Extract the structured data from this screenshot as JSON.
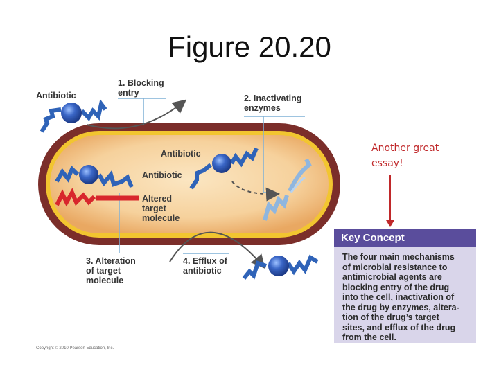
{
  "slide_title": "Figure 20.20",
  "labels": {
    "antibiotic_outside": "Antibiotic",
    "blocking_entry": [
      "1. Blocking",
      "entry"
    ],
    "inactivating_enzymes": [
      "2. Inactivating",
      "enzymes"
    ],
    "antibiotic_inside_top": "Antibiotic",
    "antibiotic_inside_left": "Antibiotic",
    "altered_target": [
      "Altered",
      "target",
      "molecule"
    ],
    "alteration_target": [
      "3. Alteration",
      "of target",
      "molecule"
    ],
    "efflux": [
      "4. Efflux of",
      "antibiotic"
    ]
  },
  "annotation": [
    "Another great",
    "essay!"
  ],
  "key_concept": {
    "heading": "Key Concept",
    "body_lines": [
      "The four main mechanisms",
      "of microbial resistance to",
      "antimicrobial agents are",
      "blocking entry of the drug",
      "into the cell, inactivation of",
      "the drug by enzymes, altera-",
      "tion of the drug’s target",
      "sites, and efflux of the drug",
      "from the cell."
    ]
  },
  "copyright": "Copyright © 2010 Pearson Education, Inc.",
  "colors": {
    "cell_wall": "#7b2e2a",
    "membrane": "#f2c530",
    "cytoplasm": "#f7d7a6",
    "antibiotic_blue": "#2f63b8",
    "sphere_blue": "#3a66c6",
    "inactive_blue": "#8fb6df",
    "altered_red": "#d8262c",
    "annotation_red": "#c0282a",
    "key_concept_header": "#5a4d9c",
    "key_concept_body": "#d9d5ea"
  }
}
